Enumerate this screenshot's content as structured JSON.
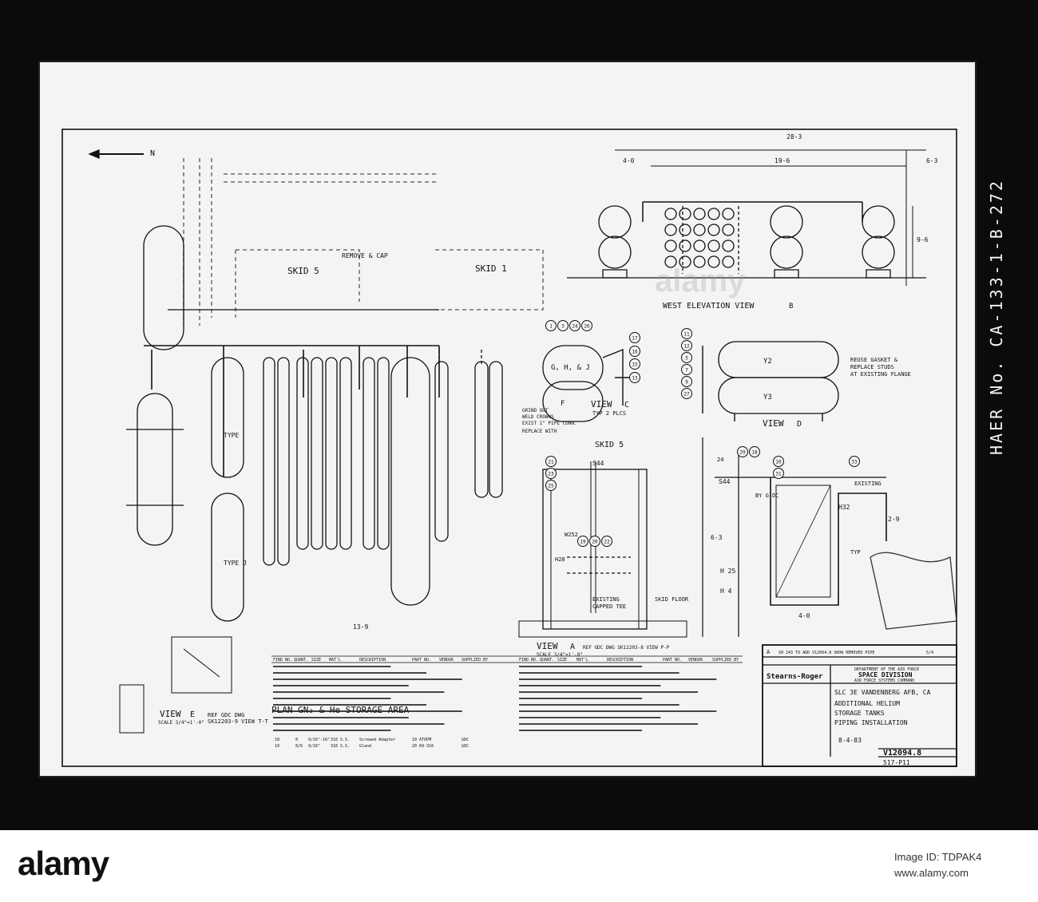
{
  "drawing": {
    "north_arrow": "N",
    "views": {
      "plan_title": "PLAN GN₂ & He STORAGE AREA",
      "west_elevation_title": "WEST ELEVATION VIEW",
      "west_elevation_tag": "B",
      "view_c_title": "VIEW",
      "view_c_tag": "C",
      "view_c_sub": "TYP 2 PLCS",
      "view_d_title": "VIEW",
      "view_d_tag": "D",
      "view_a_title": "VIEW",
      "view_a_tag": "A",
      "view_a_ref": "REF GDC DWG SK12203-8 VIEW P-P",
      "view_a_scale": "SCALE 3/4\"=1'-0\"",
      "view_e_title": "VIEW",
      "view_e_tag": "E",
      "view_e_ref1": "REF GDC DWG",
      "view_e_ref2": "SK12203-9 VIEW T-T",
      "view_e_scale": "SCALE 3/4\"=1'-0\""
    },
    "labels": {
      "skid5": "SKID 5",
      "skid1": "SKID 1",
      "skid5_a": "SKID 5",
      "remove_cap": "REMOVE & CAP",
      "type": "TYPE",
      "type_j": "TYPE J",
      "tank_ghj": "G, H, & J",
      "tank_f": "F",
      "tank_y2": "Y2",
      "tank_y3": "Y3",
      "grind_note1": "GRIND OUT",
      "grind_note2": "WELD CROWNS",
      "grind_note3": "EXIST 1\" PIPE CONN.",
      "grind_note4": "REPLACE WITH",
      "reuse_note1": "REUSE GASKET &",
      "reuse_note2": "REPLACE STUDS",
      "reuse_note3": "AT EXISTING FLANGE",
      "existing_capped": "EXISTING",
      "capped_tee": "CAPPED TEE",
      "skid_floor": "SKID FLOOR",
      "by_gdc": "BY G.DC",
      "existing": "EXISTING",
      "s44": "S44",
      "s44b": "S44",
      "h32": "H32",
      "h25": "H 25",
      "h4": "H 4",
      "w252": "W252",
      "h28": "H28",
      "typ": "TYP",
      "dim_28_3": "28-3",
      "dim_19_6": "19-6",
      "dim_6_3": "6-3",
      "dim_4_0": "4-0",
      "dim_9_6": "9-6",
      "dim_13_9": "13-9",
      "dim_6_3b": "6-3",
      "dim_2_9": "2-9",
      "dim_4_0b": "4-0",
      "dim_24": "24"
    },
    "callouts": [
      "1",
      "3",
      "24",
      "26",
      "17",
      "16",
      "15",
      "13",
      "11",
      "12",
      "5",
      "7",
      "9",
      "27",
      "21",
      "23",
      "25",
      "10",
      "31",
      "33",
      "29",
      "18",
      "19",
      "20",
      "22"
    ],
    "bom_left_header": [
      "FIND NO.",
      "QUANT.",
      "SIZE",
      "MAT'L",
      "DESCRIPTION",
      "PART NO.",
      "VENDOR",
      "SUPPLIED BY"
    ],
    "bom_right_header": [
      "FIND NO.",
      "QUANT.",
      "SIZE",
      "MAT'L",
      "DESCRIPTION",
      "PART NO.",
      "VENDOR",
      "SUPPLIED BY"
    ],
    "bom_left_last": [
      {
        "find": "18",
        "qty": "8",
        "size": "9/16\"-16\"",
        "mat": "316 S.S.",
        "desc": "Screwed Adapter",
        "part": "10 ATOPM",
        "vendor": "",
        "sup": "GDC"
      },
      {
        "find": "19",
        "qty": "8/6",
        "size": "9/16\"",
        "mat": "316 S.S.",
        "desc": "Gland",
        "part": "20 69-316",
        "vendor": "",
        "sup": "GDC"
      }
    ],
    "title_block": {
      "rev_letter": "A",
      "rev_text": "SH 243 TO ADD V12094.8 SHOW REMOVED PIPE",
      "rev_date": "5/4",
      "company": "Stearns-Roger",
      "dept": "DEPARTMENT OF THE AIR FORCE",
      "division": "SPACE DIVISION",
      "command": "AIR FORCE SYSTEMS COMMAND",
      "site": "SLC 3E VANDENBERG AFB, CA",
      "title1": "ADDITIONAL HELIUM",
      "title2": "STORAGE TANKS",
      "title3": "PIPING INSTALLATION",
      "date": "8-4-83",
      "dwg_no": "V12094.8",
      "sheet": "517-P11"
    }
  },
  "photo_caption": "HAER No. CA-133-1-B-272",
  "banner": {
    "logo": "alamy",
    "image_id_label": "Image ID: TDPAK4",
    "site": "www.alamy.com",
    "watermark": "alamy"
  },
  "colors": {
    "photo_border": "#0b0b0b",
    "paper": "#f4f4f4",
    "ink": "#111111"
  }
}
